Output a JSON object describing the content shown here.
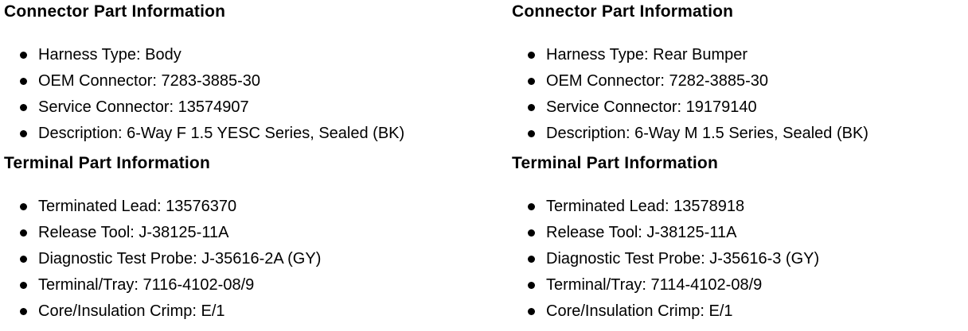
{
  "page": {
    "background": "#ffffff",
    "text_color": "#000000",
    "bullet_color": "#000000"
  },
  "columns": [
    {
      "sections": [
        {
          "heading": "Connector Part Information",
          "items": [
            "Harness Type: Body",
            "OEM Connector: 7283-3885-30",
            "Service Connector: 13574907",
            "Description: 6-Way F 1.5 YESC Series, Sealed (BK)"
          ]
        },
        {
          "heading": "Terminal Part Information",
          "items": [
            "Terminated Lead: 13576370",
            "Release Tool: J-38125-11A",
            "Diagnostic Test Probe: J-35616-2A (GY)",
            "Terminal/Tray: 7116-4102-08/9",
            "Core/Insulation Crimp: E/1"
          ]
        }
      ]
    },
    {
      "sections": [
        {
          "heading": "Connector Part Information",
          "items": [
            "Harness Type: Rear Bumper",
            "OEM Connector: 7282-3885-30",
            "Service Connector: 19179140",
            "Description: 6-Way M 1.5 Series, Sealed (BK)"
          ]
        },
        {
          "heading": "Terminal Part Information",
          "items": [
            "Terminated Lead: 13578918",
            "Release Tool: J-38125-11A",
            "Diagnostic Test Probe: J-35616-3 (GY)",
            "Terminal/Tray: 7114-4102-08/9",
            "Core/Insulation Crimp: E/1"
          ]
        }
      ]
    }
  ]
}
